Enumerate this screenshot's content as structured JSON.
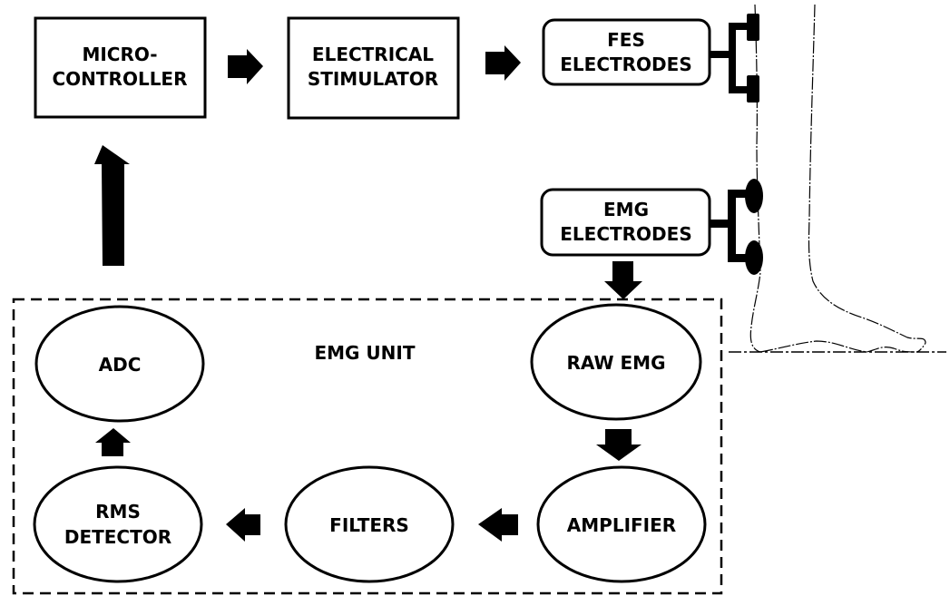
{
  "diagram": {
    "nodes": {
      "microcontroller": {
        "lines": [
          "MICRO-",
          "CONTROLLER"
        ]
      },
      "stimulator": {
        "lines": [
          "ELECTRICAL",
          "STIMULATOR"
        ]
      },
      "fes_electrodes": {
        "lines": [
          "FES",
          "ELECTRODES"
        ]
      },
      "emg_electrodes": {
        "lines": [
          "EMG",
          "ELECTRODES"
        ]
      },
      "raw_emg": {
        "lines": [
          "RAW EMG"
        ]
      },
      "amplifier": {
        "lines": [
          "AMPLIFIER"
        ]
      },
      "filters": {
        "lines": [
          "FILTERS"
        ]
      },
      "rms_detector": {
        "lines": [
          "RMS",
          "DETECTOR"
        ]
      },
      "adc": {
        "lines": [
          "ADC"
        ]
      }
    },
    "group_label": "EMG UNIT",
    "flow": [
      "EMG ELECTRODES → RAW EMG",
      "RAW EMG → AMPLIFIER",
      "AMPLIFIER → FILTERS",
      "FILTERS → RMS DETECTOR",
      "RMS DETECTOR → ADC",
      "ADC → MICRO-CONTROLLER",
      "MICRO-CONTROLLER → ELECTRICAL STIMULATOR",
      "ELECTRICAL STIMULATOR → FES ELECTRODES"
    ]
  }
}
